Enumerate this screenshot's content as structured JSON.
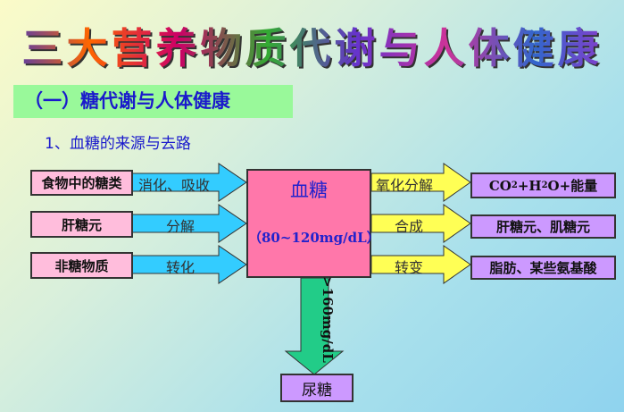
{
  "title": "三大营养物质代谢与人体健康",
  "section": "（一）糖代谢与人体健康",
  "subtitle": "1、血糖的来源与去路",
  "sources": [
    {
      "label": "食物中的糖类",
      "process": "消化、吸收"
    },
    {
      "label": "肝糖元",
      "process": "分解"
    },
    {
      "label": "非糖物质",
      "process": "转化"
    }
  ],
  "center": {
    "label": "血糖",
    "range": "（80~120mg/dL）"
  },
  "outputs": [
    {
      "process": "氧化分解",
      "label_main": "CO",
      "sub1": "2",
      "mid": "+H",
      "sub2": "2",
      "end": "O+能量"
    },
    {
      "process": "合成",
      "label": "肝糖元、肌糖元"
    },
    {
      "process": "转变",
      "label": "脂肪、某些氨基酸"
    }
  ],
  "excretion": {
    "threshold": ">160mg/dL",
    "label": "尿糖"
  },
  "colors": {
    "source_arrow": "#33ccff",
    "output_arrow": "#ffff55",
    "down_arrow": "#22cc88"
  }
}
